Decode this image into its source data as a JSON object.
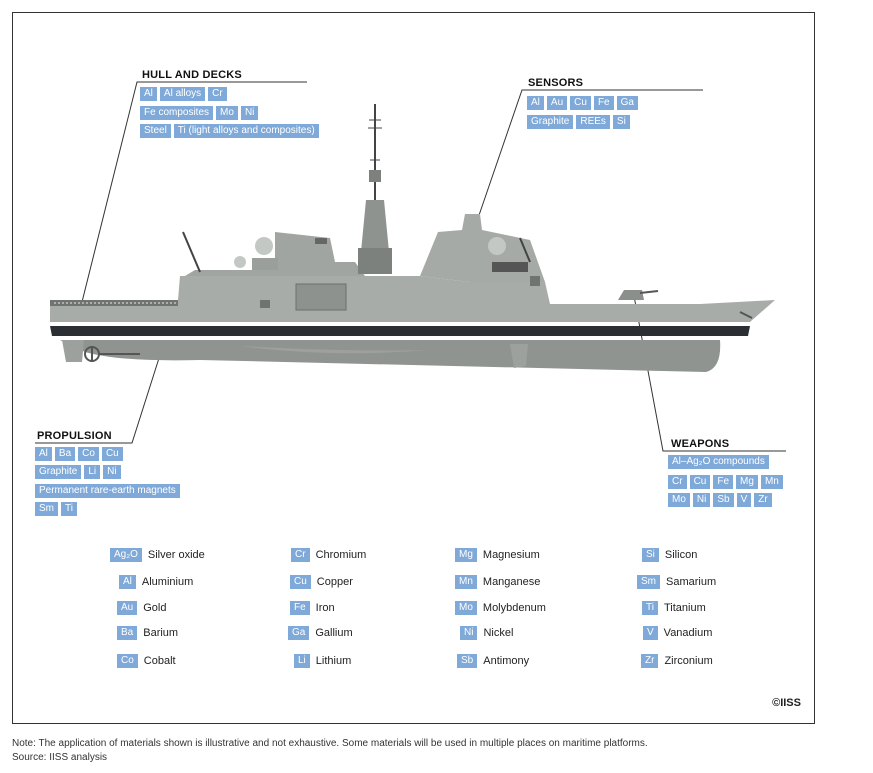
{
  "top_caption": "",
  "sections": {
    "hull": {
      "title": "HULL AND DECKS",
      "rows": [
        [
          "Al",
          "Al alloys",
          "Cr"
        ],
        [
          "Fe composites",
          "Mo",
          "Ni"
        ],
        [
          "Steel",
          "Ti (light alloys and composites)"
        ]
      ]
    },
    "sensors": {
      "title": "SENSORS",
      "rows": [
        [
          "Al",
          "Au",
          "Cu",
          "Fe",
          "Ga"
        ],
        [
          "Graphite",
          "REEs",
          "Si"
        ]
      ]
    },
    "propulsion": {
      "title": "PROPULSION",
      "rows": [
        [
          "Al",
          "Ba",
          "Co",
          "Cu"
        ],
        [
          "Graphite",
          "Li",
          "Ni"
        ],
        [
          "Permanent rare-earth magnets"
        ],
        [
          "Sm",
          "Ti"
        ]
      ]
    },
    "weapons": {
      "title": "WEAPONS",
      "rows": [
        [
          "Al–Ag₂O compounds"
        ],
        [
          "Cr",
          "Cu",
          "Fe",
          "Mg",
          "Mn"
        ],
        [
          "Mo",
          "Ni",
          "Sb",
          "V",
          "Zr"
        ]
      ]
    }
  },
  "legend": [
    {
      "symbol": "Ag₂O",
      "name": "Silver oxide"
    },
    {
      "symbol": "Al",
      "name": "Aluminium"
    },
    {
      "symbol": "Au",
      "name": "Gold"
    },
    {
      "symbol": "Ba",
      "name": "Barium"
    },
    {
      "symbol": "Co",
      "name": "Cobalt"
    },
    {
      "symbol": "Cr",
      "name": "Chromium"
    },
    {
      "symbol": "Cu",
      "name": "Copper"
    },
    {
      "symbol": "Fe",
      "name": "Iron"
    },
    {
      "symbol": "Ga",
      "name": "Gallium"
    },
    {
      "symbol": "Li",
      "name": "Lithium"
    },
    {
      "symbol": "Mg",
      "name": "Magnesium"
    },
    {
      "symbol": "Mn",
      "name": "Manganese"
    },
    {
      "symbol": "Mo",
      "name": "Molybdenum"
    },
    {
      "symbol": "Ni",
      "name": "Nickel"
    },
    {
      "symbol": "Sb",
      "name": "Antimony"
    },
    {
      "symbol": "Si",
      "name": "Silicon"
    },
    {
      "symbol": "Sm",
      "name": "Samarium"
    },
    {
      "symbol": "Ti",
      "name": "Titanium"
    },
    {
      "symbol": "V",
      "name": "Vanadium"
    },
    {
      "symbol": "Zr",
      "name": "Zirconium"
    }
  ],
  "copyright": "©IISS",
  "note_line1": "Note: The application of materials shown is illustrative and not exhaustive. Some materials will be used in multiple places on maritime platforms.",
  "note_line2": "Source: IISS analysis",
  "colors": {
    "tag": "#7fa9d8",
    "hull": "#a7aca8",
    "hull_dark": "#7c817e",
    "waterline": "#2b2f33"
  }
}
